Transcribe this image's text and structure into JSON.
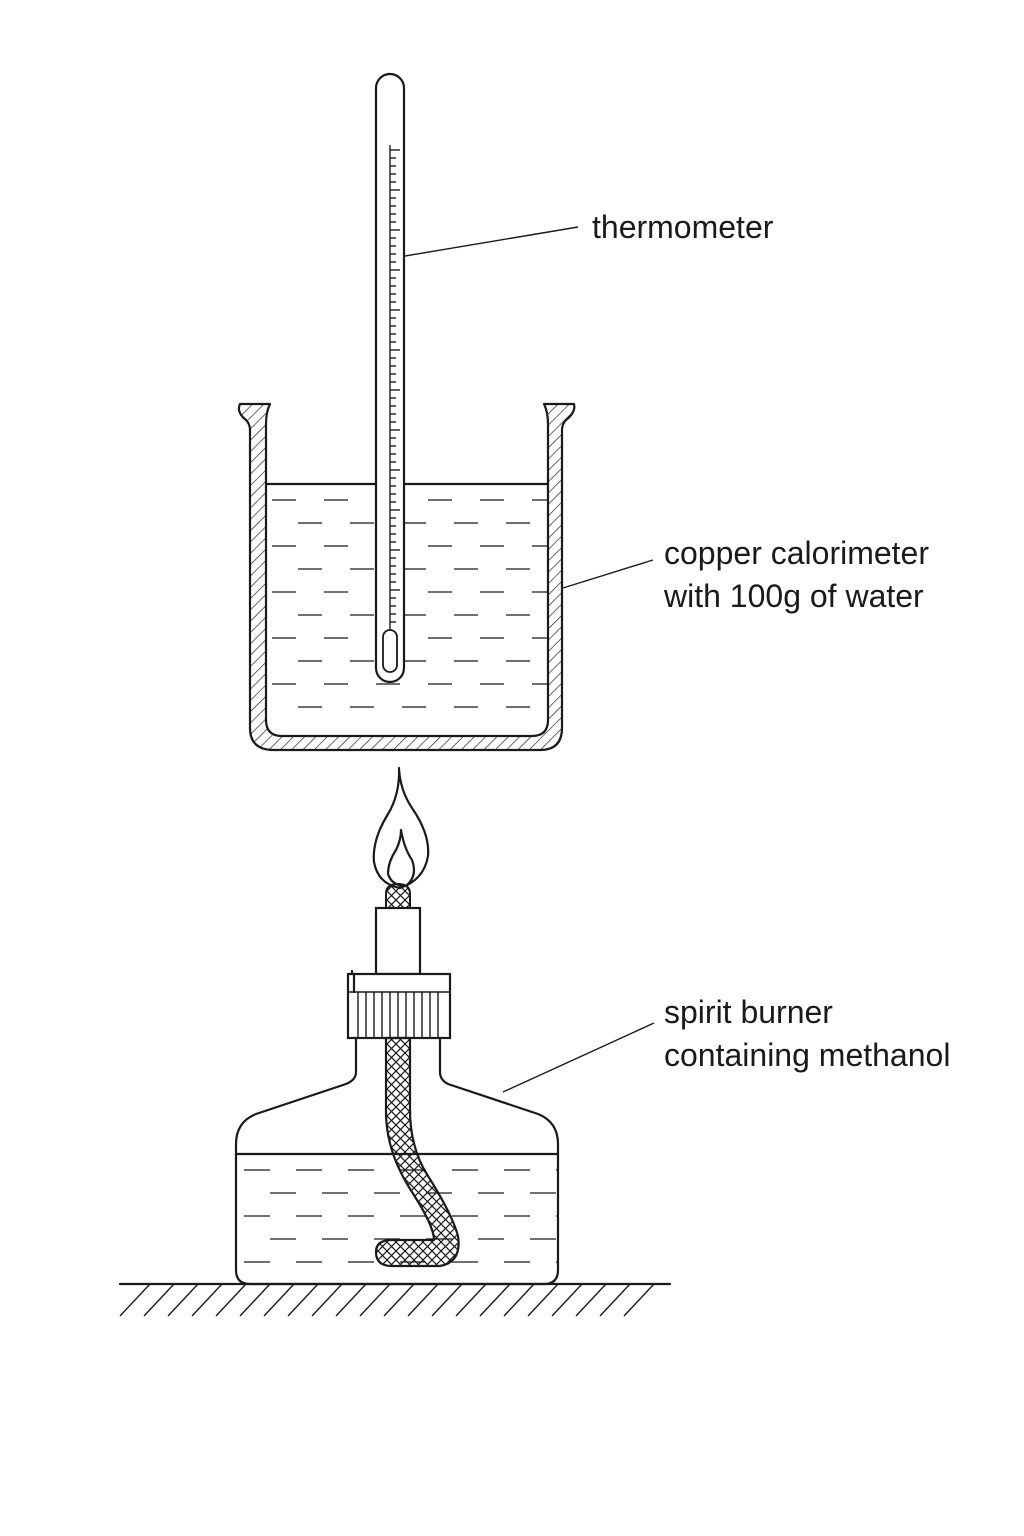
{
  "labels": {
    "thermometer": "thermometer",
    "calorimeter_line1": "copper calorimeter",
    "calorimeter_line2": "with 100g of water",
    "burner_line1": "spirit burner",
    "burner_line2": "containing methanol"
  }
}
